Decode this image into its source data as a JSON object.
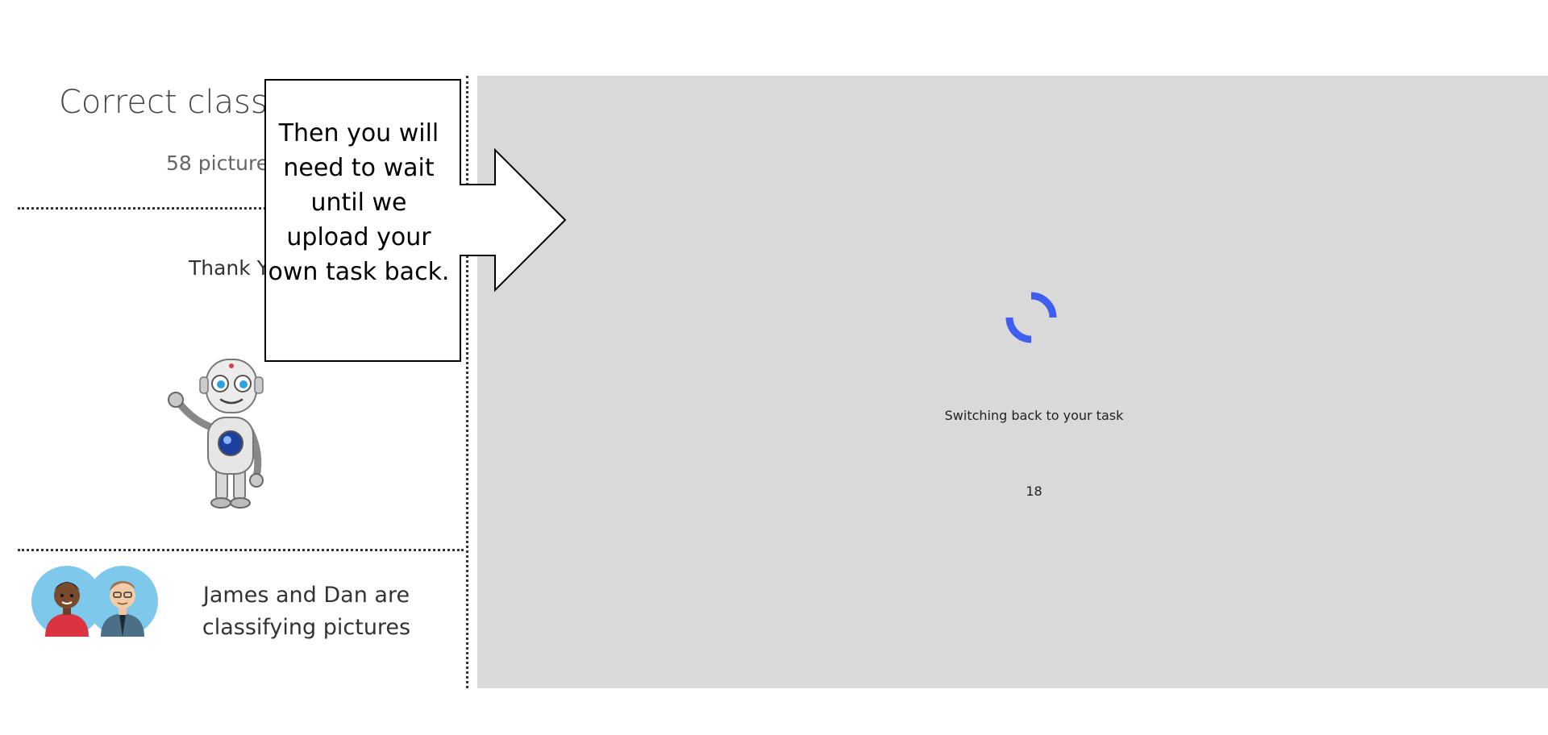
{
  "left": {
    "title": "Correct classif",
    "picture_count": "58 pictures",
    "thank_you": "Thank Yo",
    "collaborators_text": "James and Dan are classifying pictures"
  },
  "main": {
    "status": "Switching back to your task",
    "counter": "18"
  },
  "callout": {
    "text": "Then you will need to wait until we upload your own task back."
  },
  "colors": {
    "spinner": "#3f5ef0",
    "panel_bg": "#dad9da",
    "avatar_bg": "#7ec8ec"
  },
  "icons": [
    "robot-mascot",
    "user-avatar-james",
    "user-avatar-dan",
    "loading-spinner-icon"
  ]
}
